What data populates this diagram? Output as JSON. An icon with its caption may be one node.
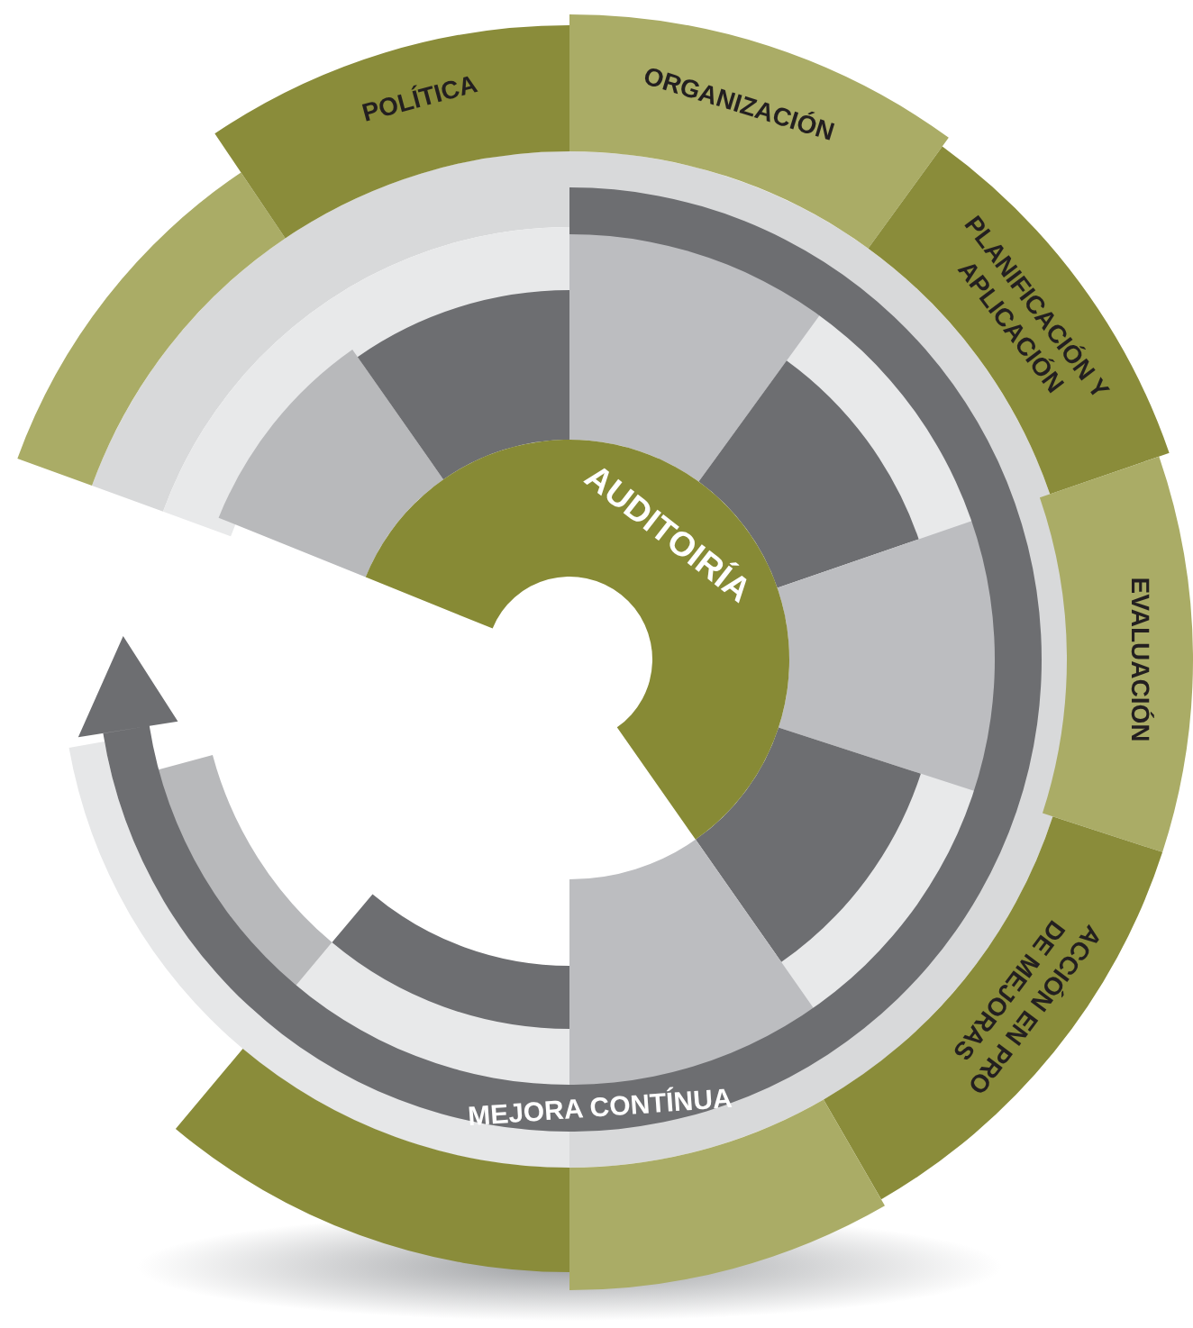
{
  "diagram": {
    "nodes": [
      {
        "text": [],
        "shape": "band"
      },
      {
        "text": [
          "POLÍTICA"
        ]
      },
      {
        "text": [
          "ORGANIZACIÓN"
        ]
      },
      {
        "text": [
          "PLANIFICACIÓN Y APLICACIÓN"
        ]
      },
      {
        "text": [
          "EVALUACIÓN"
        ]
      },
      {
        "text": [
          "ACCIÓN EN PRO DE MEJORAS"
        ]
      },
      {
        "text": [],
        "shape": "band"
      },
      {
        "text": [],
        "shape": "band"
      },
      {
        "text": [
          "AUDITOIRÍA"
        ]
      }
    ],
    "labels": [
      "MEJORA CONTÍNUA"
    ]
  }
}
